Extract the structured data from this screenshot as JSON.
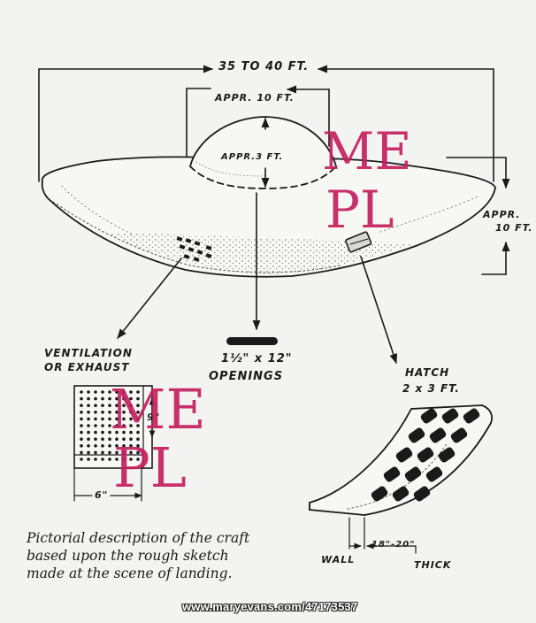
{
  "labels": {
    "width": "35 TO 40 FT.",
    "dome_width": "APPR. 10 FT.",
    "dome_height": "APPR.3 FT.",
    "height_line1": "APPR.",
    "height_line2": "10 FT.",
    "vent_line1": "VENTILATION",
    "vent_line2": "OR EXHAUST",
    "openings_line1": "1½\" x 12\"",
    "openings_line2": "OPENINGS",
    "hatch_line1": "HATCH",
    "hatch_line2": "2 x 3 FT.",
    "vent_dim_h": "9\"",
    "vent_dim_w": "6\"",
    "wall": "WALL",
    "thickness": "18\"-20\"",
    "thick": "THICK"
  },
  "caption": {
    "line1": "Pictorial description of the craft",
    "line2": "based upon the rough sketch",
    "line3": "made at the scene of landing."
  },
  "watermark": {
    "line1": "ME",
    "line2": "PL",
    "color": "#c4205f"
  },
  "footer": {
    "url": "www.maryevans.com/47173537"
  }
}
